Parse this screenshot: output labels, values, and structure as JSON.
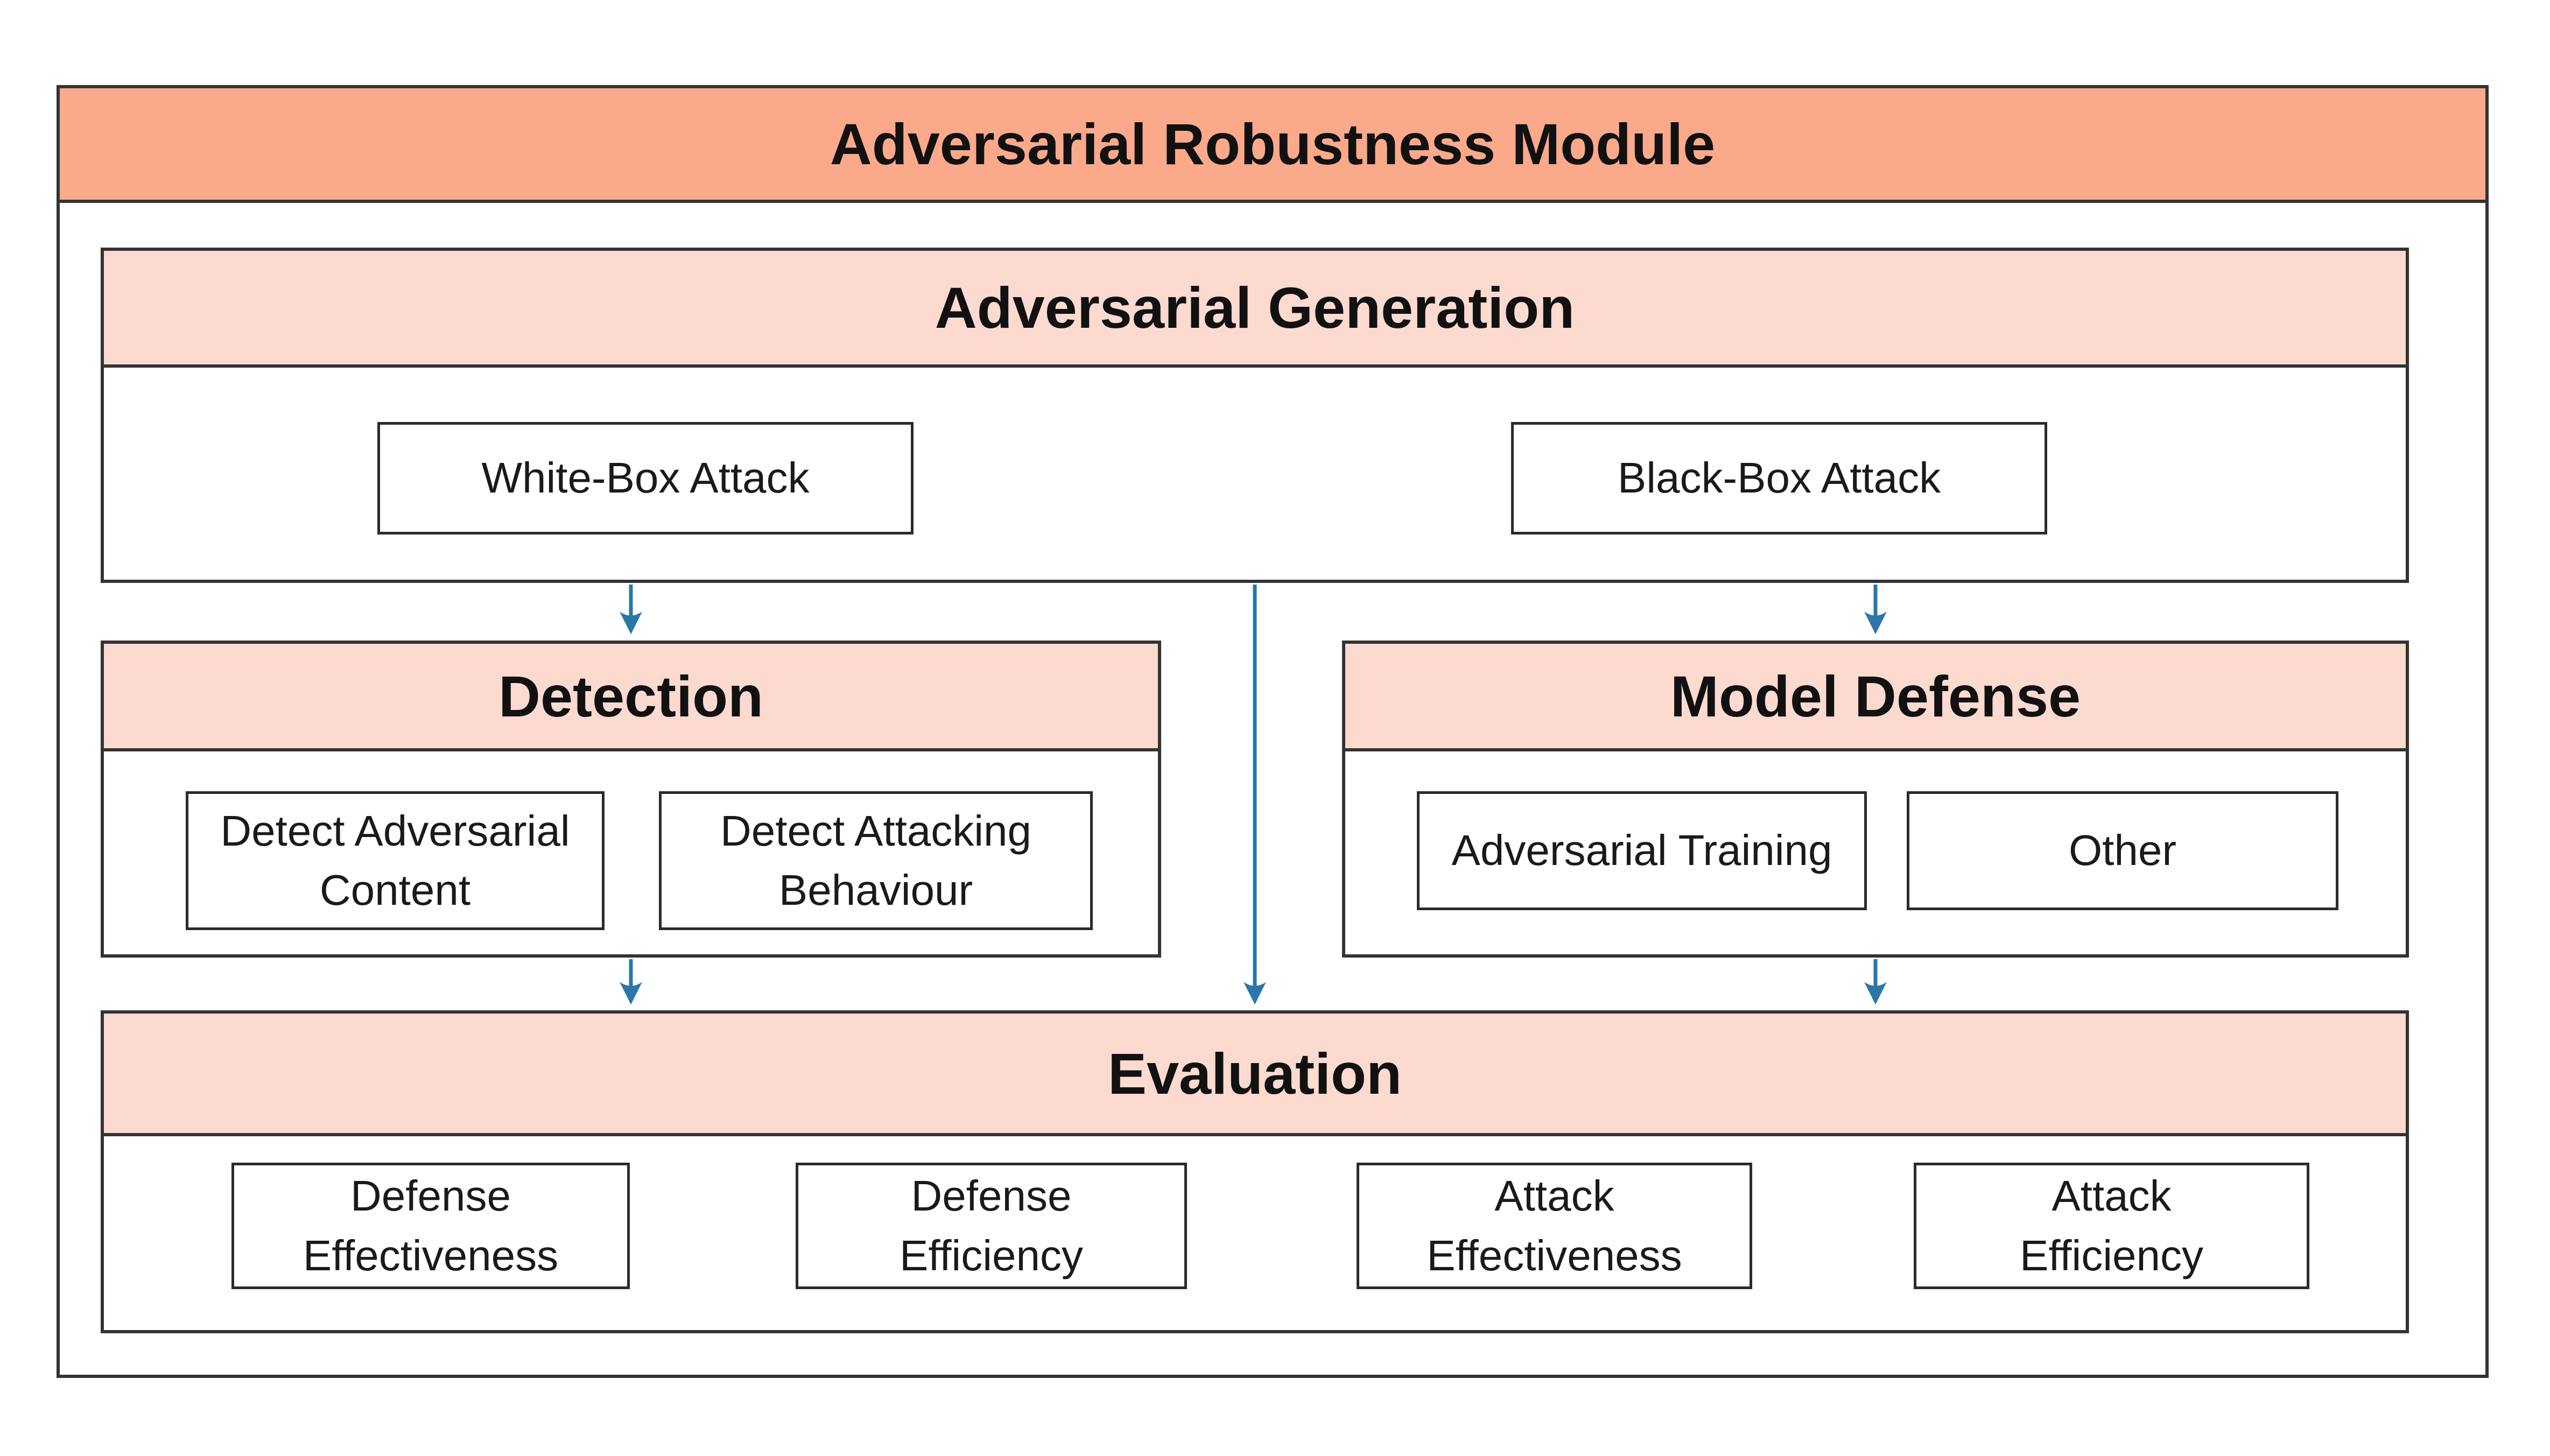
{
  "diagram": {
    "title": "Adversarial Robustness Module",
    "sections": {
      "generation": {
        "title": "Adversarial Generation",
        "items": [
          "White-Box Attack",
          "Black-Box Attack"
        ]
      },
      "detection": {
        "title": "Detection",
        "items": [
          "Detect Adversarial\nContent",
          "Detect Attacking\nBehaviour"
        ]
      },
      "model_defense": {
        "title": "Model Defense",
        "items": [
          "Adversarial Training",
          "Other"
        ]
      },
      "evaluation": {
        "title": "Evaluation",
        "items": [
          "Defense\nEffectiveness",
          "Defense\nEfficiency",
          "Attack\nEffectiveness",
          "Attack\nEfficiency"
        ]
      }
    },
    "colors": {
      "title_fill": "#FBA98B",
      "section_header_fill": "#FDDAD0",
      "box_fill": "#FFFFFF",
      "border": "#333333",
      "arrow": "#2B76AB",
      "text": "#111111"
    }
  }
}
